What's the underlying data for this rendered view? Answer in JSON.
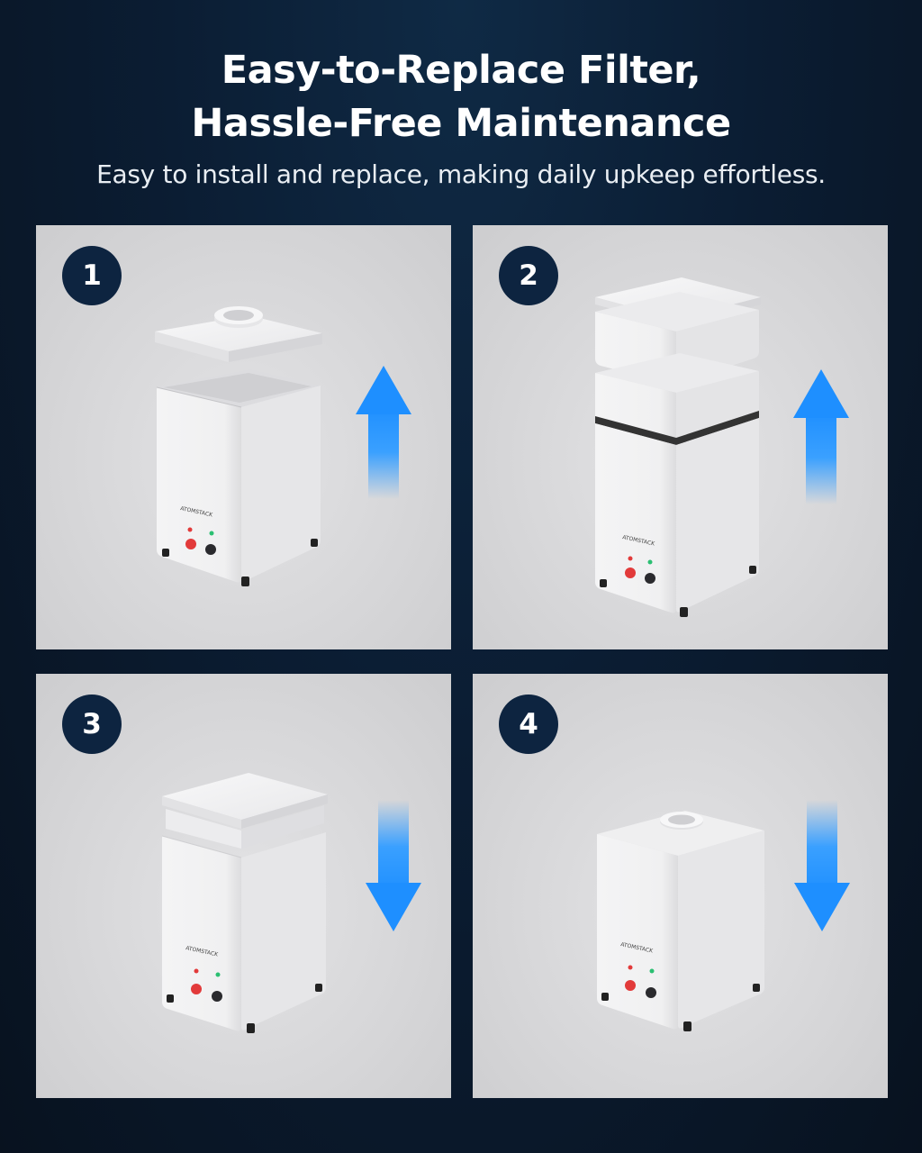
{
  "header": {
    "title_line1": "Easy-to-Replace Filter,",
    "title_line2": "Hassle-Free Maintenance",
    "subtitle": "Easy to install and replace, making daily upkeep effortless."
  },
  "steps": [
    {
      "number": "1",
      "arrow": "up"
    },
    {
      "number": "2",
      "arrow": "up"
    },
    {
      "number": "3",
      "arrow": "down"
    },
    {
      "number": "4",
      "arrow": "down"
    }
  ],
  "device": {
    "brand_text": "ATOMSTACK"
  },
  "colors": {
    "background": "#0b1d33",
    "badge": "#0d2440",
    "arrow": "#1e90ff",
    "panel": "#d9d9db"
  }
}
